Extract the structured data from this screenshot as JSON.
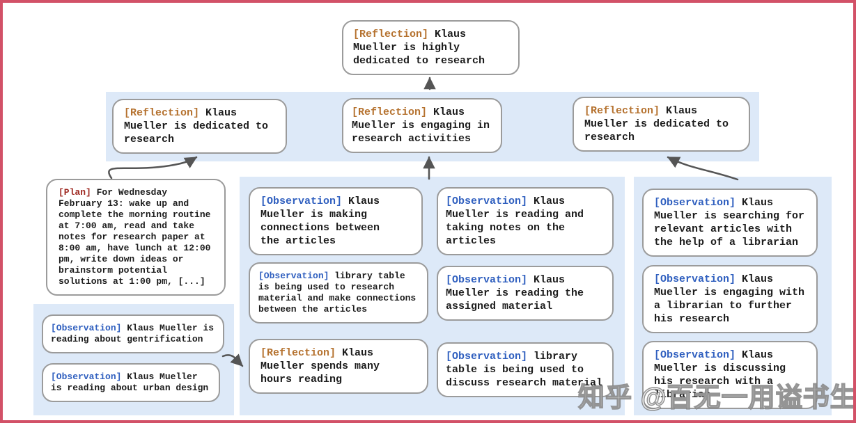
{
  "frame": {
    "watermark": "知乎 @百无一用谥书生"
  },
  "colors": {
    "frame-border": "#d25167",
    "panel-bg": "#dde9f8",
    "box-bg": "#ffffff",
    "box-border": "#9b9b9b",
    "text": "#1c1c1c",
    "arrow": "#555555",
    "reflection-tag": "#b5722f",
    "plan-tag": "#9e2820",
    "observation-tag": "#2f5fbf"
  },
  "nodes": {
    "top_reflection": {
      "tag": "[Reflection]",
      "text": "Klaus Mueller is highly dedicated to research"
    },
    "row2_left_reflection": {
      "tag": "[Reflection]",
      "text": "Klaus Mueller is dedicated to research"
    },
    "row2_mid_reflection": {
      "tag": "[Reflection]",
      "text": "Klaus Mueller is engaging in research activities"
    },
    "row2_right_reflection": {
      "tag": "[Reflection]",
      "text": "Klaus Mueller is dedicated to research"
    },
    "plan": {
      "tag": "[Plan]",
      "text": "For Wednesday February 13: wake up and complete the morning routine at 7:00 am, read and take notes for research paper at 8:00 am, have lunch at 12:00 pm, write down ideas or brainstorm potential solutions at 1:00 pm, [...]"
    },
    "obs_gentrification": {
      "tag": "[Observation]",
      "text": "Klaus Mueller is reading about gentrification"
    },
    "obs_urban_design": {
      "tag": "[Observation]",
      "text": "Klaus Mueller is reading about urban design"
    },
    "obs_connections": {
      "tag": "[Observation]",
      "text": "Klaus Mueller is making connections between the articles"
    },
    "obs_library_research": {
      "tag": "[Observation]",
      "text": "library table is being used to research material and make connections between the articles"
    },
    "refl_hours_reading": {
      "tag": "[Reflection]",
      "text": "Klaus Mueller spends many hours reading"
    },
    "obs_taking_notes": {
      "tag": "[Observation]",
      "text": "Klaus Mueller is reading and taking notes on the articles"
    },
    "obs_assigned_material": {
      "tag": "[Observation]",
      "text": "Klaus Mueller is reading the assigned material"
    },
    "obs_library_discuss": {
      "tag": "[Observation]",
      "text": "library table is being used to discuss research material"
    },
    "obs_searching_articles": {
      "tag": "[Observation]",
      "text": "Klaus Mueller is searching for relevant articles with the help of a librarian"
    },
    "obs_engaging_librarian": {
      "tag": "[Observation]",
      "text": "Klaus Mueller is engaging with a librarian to further his research"
    },
    "obs_discussing_librarian": {
      "tag": "[Observation]",
      "text": "Klaus Mueller is discussing his research with a librarian"
    }
  }
}
